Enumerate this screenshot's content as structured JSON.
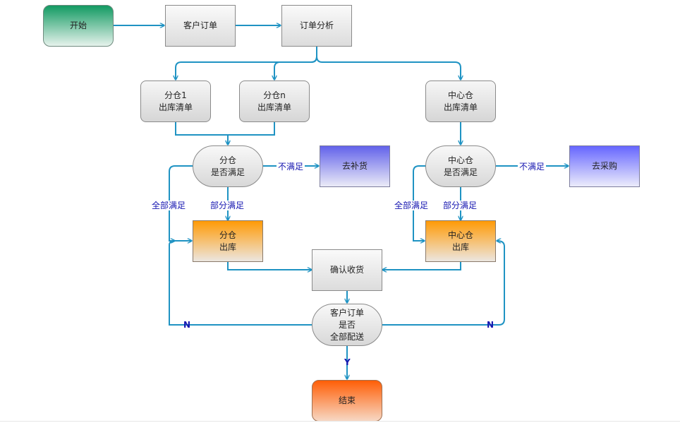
{
  "colors": {
    "edge": "#1f93c3",
    "edge_label": "#1515b0"
  },
  "nodes": {
    "start": "开始",
    "customer_order": "客户订单",
    "order_analysis": "订单分析",
    "branch1_list": "分仓1\n出库清单",
    "branchn_list": "分仓n\n出库清单",
    "center_list": "中心仓\n出库清单",
    "branch_check": "分仓\n是否满足",
    "center_check": "中心仓\n是否满足",
    "replenish": "去补货",
    "purchase": "去采购",
    "branch_out": "分仓\n出库",
    "center_out": "中心仓\n出库",
    "confirm_receipt": "确认收货",
    "all_delivered": "客户订单\n是否\n全部配送",
    "end": "结束"
  },
  "edge_labels": {
    "branch_not_met": "不满足",
    "center_not_met": "不满足",
    "branch_all_met": "全部满足",
    "branch_part_met": "部分满足",
    "center_all_met": "全部满足",
    "center_part_met": "部分满足",
    "no_left": "N",
    "no_right": "N",
    "yes": "Y"
  }
}
